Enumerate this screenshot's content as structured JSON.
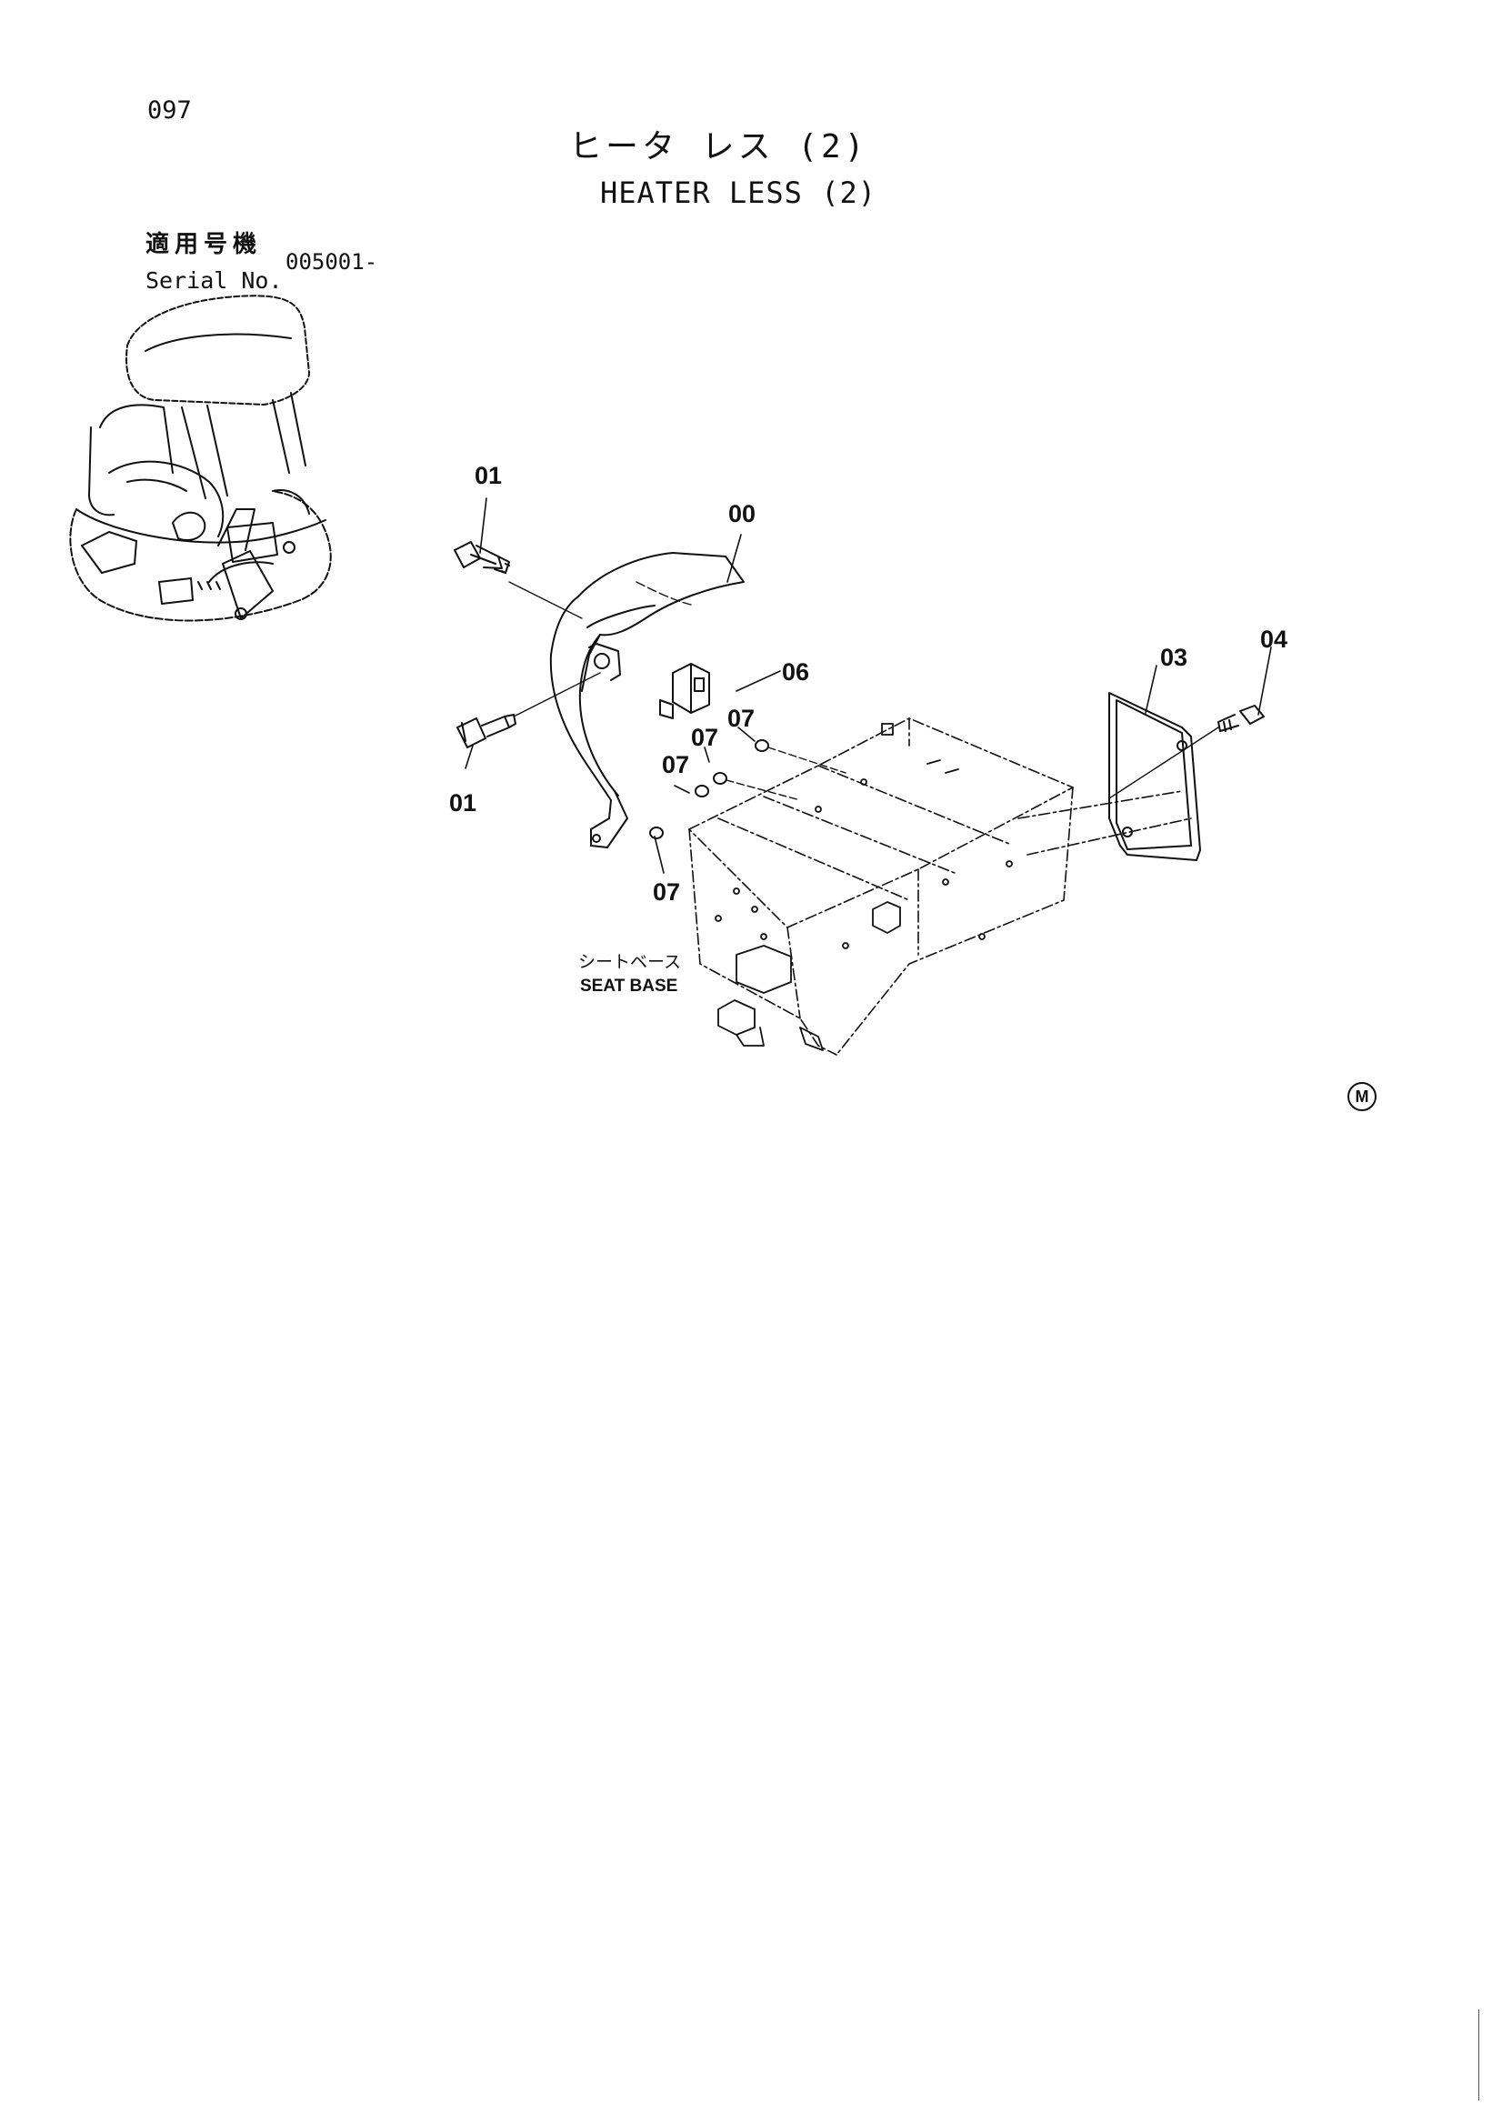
{
  "page": {
    "number": "097",
    "title_jp": "ヒータ レス (2)",
    "title_en": "HEATER LESS (2)",
    "serial_label_jp": "適用号機",
    "serial_label_en": "Serial No.",
    "serial_value": "005001-"
  },
  "diagram": {
    "seat_base_label_jp": "シートベース",
    "seat_base_label_en": "SEAT BASE",
    "callouts": [
      {
        "id": "01"
      },
      {
        "id": "00"
      },
      {
        "id": "06"
      },
      {
        "id": "03"
      },
      {
        "id": "04"
      },
      {
        "id": "07"
      },
      {
        "id": "07"
      },
      {
        "id": "07"
      },
      {
        "id": "01"
      },
      {
        "id": "07"
      }
    ],
    "mark": "M"
  },
  "colors": {
    "ink": "#111111",
    "paper": "#ffffff"
  }
}
